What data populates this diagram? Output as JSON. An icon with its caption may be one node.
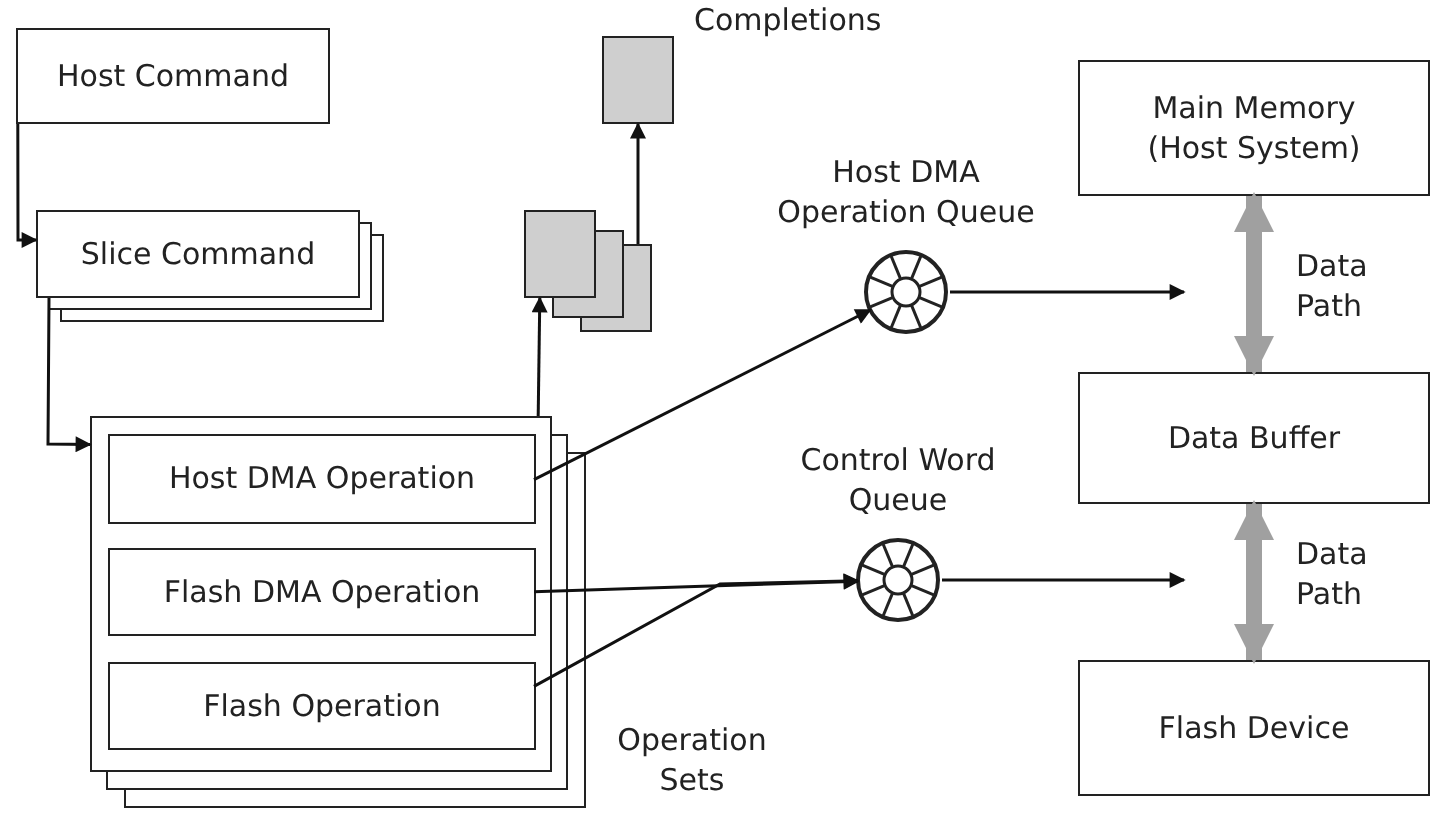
{
  "diagram": {
    "nodes": [
      {
        "text": [
          "Host Command"
        ]
      },
      {
        "text": [
          "Completions"
        ]
      },
      {
        "text": [
          "Main Memory (Host System)"
        ]
      },
      {
        "text": [
          "Host DMA Operation Queue"
        ]
      },
      {
        "text": [
          "Slice Command"
        ]
      },
      {
        "text": [],
        "shape": "box"
      },
      {
        "text": [
          "Data Buffer"
        ]
      },
      {
        "text": [],
        "shape": "box",
        "beside": [
          "Operation Sets"
        ]
      },
      {
        "text": [
          "Host DMA Operation"
        ],
        "in": 7
      },
      {
        "text": [
          "Flash DMA Operation"
        ],
        "in": 7
      },
      {
        "text": [
          "Flash Operation"
        ],
        "in": 7
      },
      {
        "text": [
          "Control Word Queue"
        ]
      },
      {
        "text": [
          "Flash Device"
        ]
      }
    ],
    "edges": [
      {
        "from": 0,
        "to": 4,
        "arrow": "to"
      },
      {
        "from": 4,
        "to": 7,
        "arrow": "to"
      },
      {
        "from": 7,
        "to": 5,
        "arrow": "to"
      },
      {
        "from": 5,
        "to": 1,
        "arrow": "to"
      },
      {
        "from": 8,
        "to": 3,
        "arrow": "to"
      },
      {
        "from": 9,
        "to": 11,
        "arrow": "to"
      },
      {
        "from": 10,
        "to": 11,
        "arrow": "to"
      },
      {
        "from": 3,
        "to": null,
        "arrow": "to"
      },
      {
        "from": 11,
        "to": null,
        "arrow": "to"
      },
      {
        "from": 2,
        "to": 6,
        "arrow": "both",
        "label": "Data Path",
        "style": "thick",
        "color": "#a0a0a0"
      },
      {
        "from": 6,
        "to": 12,
        "arrow": "both",
        "label": "Data Path",
        "style": "thick",
        "color": "#a0a0a0"
      }
    ]
  }
}
